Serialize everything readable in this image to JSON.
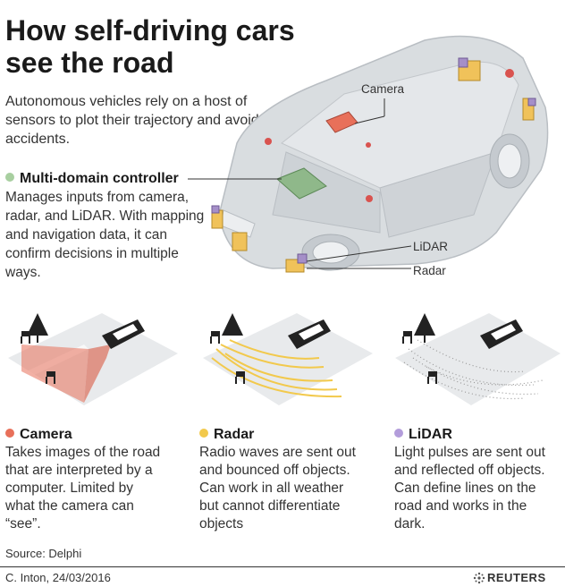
{
  "title": "How self-driving cars see the road",
  "intro": "Autonomous vehicles rely on a host of sensors to plot their trajectory and avoid accidents.",
  "controller": {
    "heading": "Multi-domain controller",
    "text": "Manages inputs from camera, radar, and LiDAR. With mapping and navigation data, it can confirm decisions in multiple ways.",
    "dot_color": "#a8cfa0"
  },
  "car_labels": {
    "camera": "Camera",
    "lidar": "LiDAR",
    "radar": "Radar"
  },
  "sensors": [
    {
      "heading": "Camera",
      "text": "Takes images of the road that are interpreted by a computer. Limited by what the camera can “see”.",
      "dot_color": "#e8705a"
    },
    {
      "heading": "Radar",
      "text": "Radio waves are sent out and bounced off objects. Can work in all weather but cannot differentiate objects",
      "dot_color": "#f2c94c"
    },
    {
      "heading": "LiDAR",
      "text": "Light pulses are sent out and reflected off objects. Can define lines on the road and works in the dark.",
      "dot_color": "#b39ddb"
    }
  ],
  "source": "Source: Delphi",
  "credit": "C. Inton,  24/03/2016",
  "brand": "REUTERS",
  "colors": {
    "car_body": "#d9dde0",
    "road": "#e8eaec",
    "camera_box": "#e8705a",
    "controller_box": "#8fb88a",
    "sensor_yellow": "#f0c25a",
    "sensor_purple": "#a58fc8"
  }
}
